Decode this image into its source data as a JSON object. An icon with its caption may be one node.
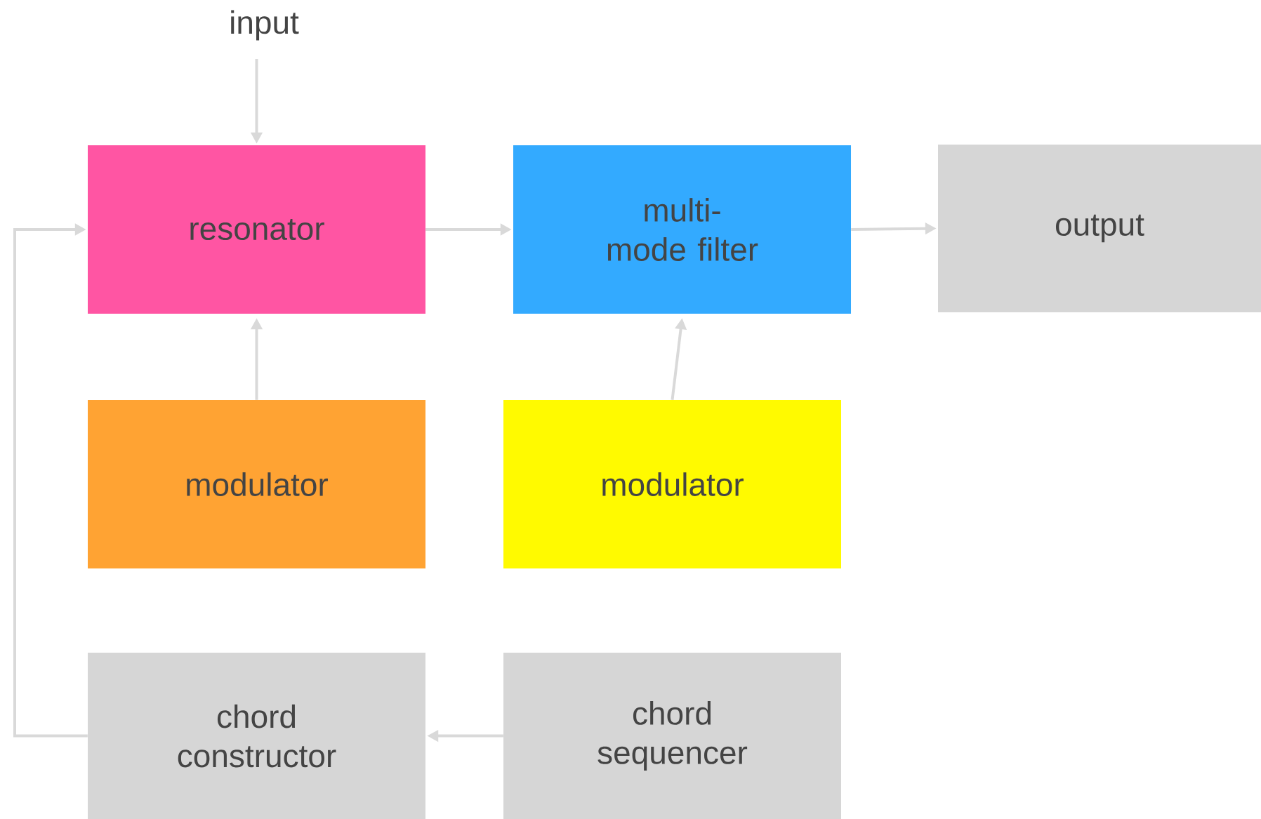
{
  "diagram": {
    "nodes": [
      {
        "text": [
          "input"
        ]
      },
      {
        "text": [
          "resonator"
        ]
      },
      {
        "text": [
          "multi-mode filter"
        ]
      },
      {
        "text": [
          "output"
        ]
      },
      {
        "text": [
          "modulator"
        ]
      },
      {
        "text": [
          "modulator"
        ]
      },
      {
        "text": [
          "chord constructor"
        ]
      },
      {
        "text": [
          "chord sequencer"
        ]
      }
    ],
    "edges": [
      {
        "from": 0,
        "to": 1,
        "arrow": "to"
      },
      {
        "from": 1,
        "to": 2,
        "arrow": "to"
      },
      {
        "from": 2,
        "to": 3,
        "arrow": "to"
      },
      {
        "from": 4,
        "to": 1,
        "arrow": "to"
      },
      {
        "from": 5,
        "to": 2,
        "arrow": "to"
      },
      {
        "from": 7,
        "to": 6,
        "arrow": "to"
      },
      {
        "from": 6,
        "to": 1,
        "arrow": "to"
      }
    ]
  }
}
